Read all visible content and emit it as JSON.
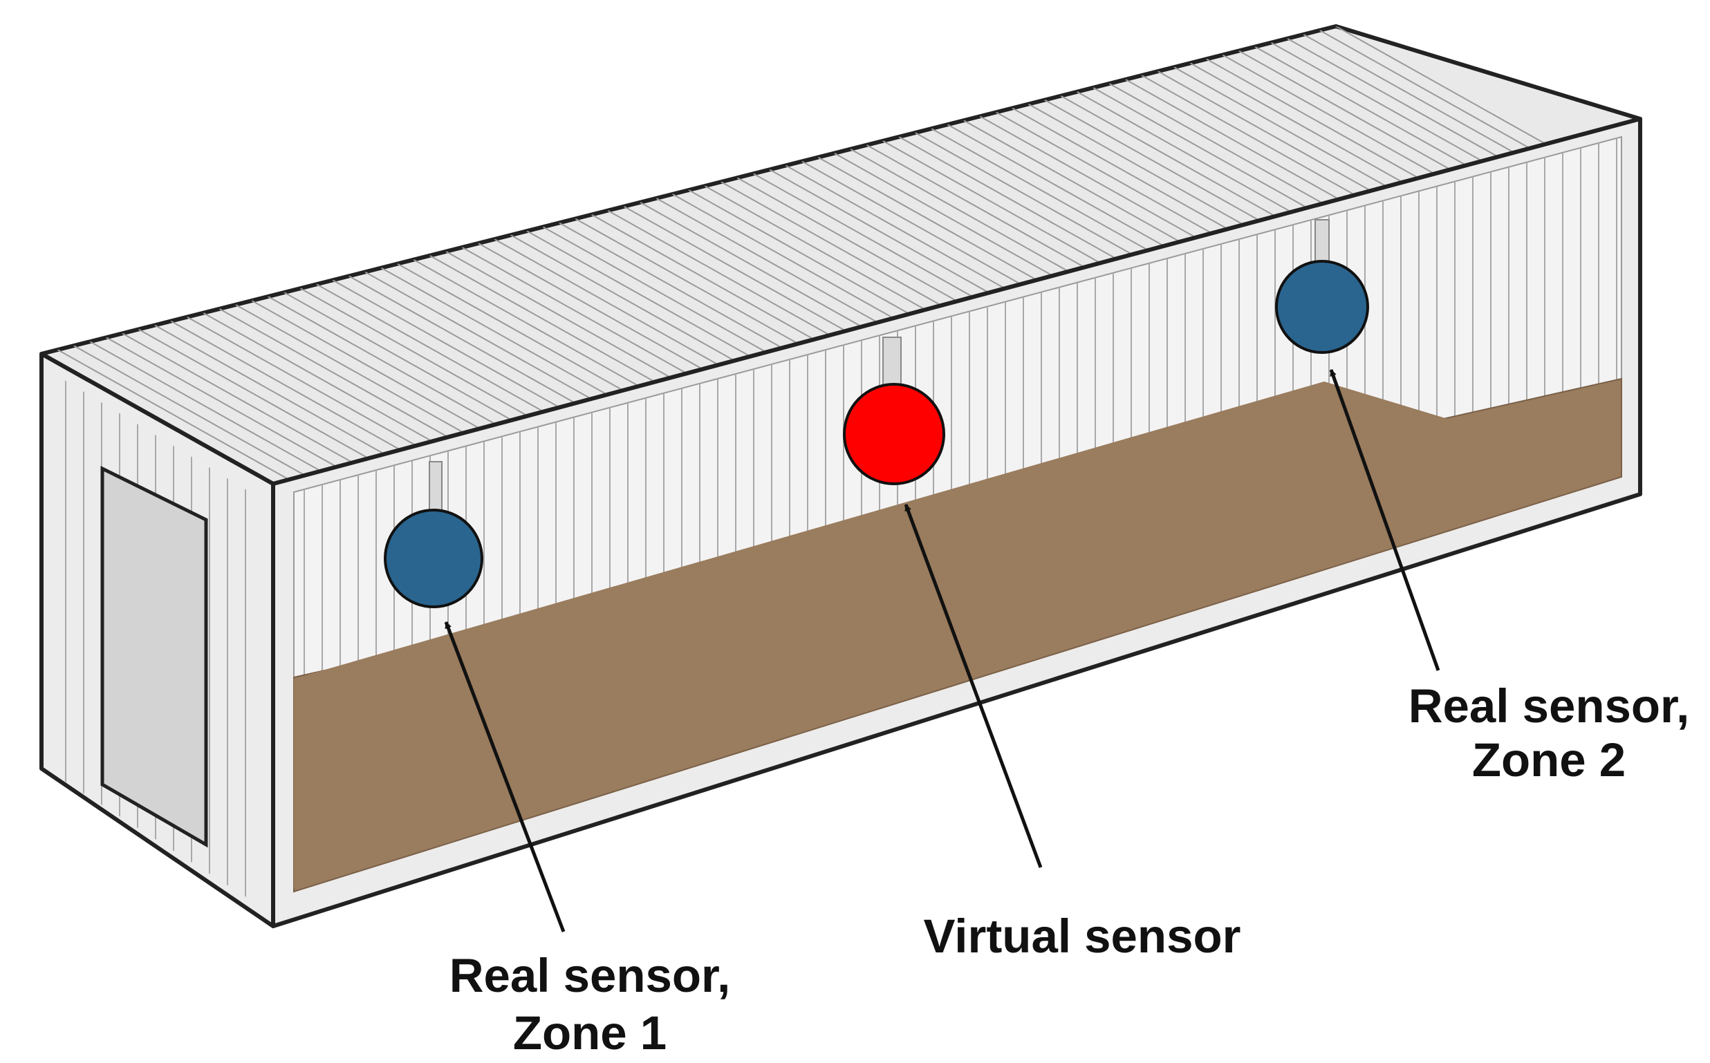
{
  "labels": {
    "real_zone1": {
      "line1": "Real sensor,",
      "line2": "Zone 1"
    },
    "virtual": {
      "line1": "Virtual sensor"
    },
    "real_zone2": {
      "line1": "Real sensor,",
      "line2": "Zone 2"
    }
  },
  "colors": {
    "real_sensor": "#2a6590",
    "virtual_sensor": "#ff0000",
    "floor": "#9a7c5e",
    "container_body": "#f0f0f0",
    "container_outline": "#222222",
    "door": "#d3d3d3"
  }
}
